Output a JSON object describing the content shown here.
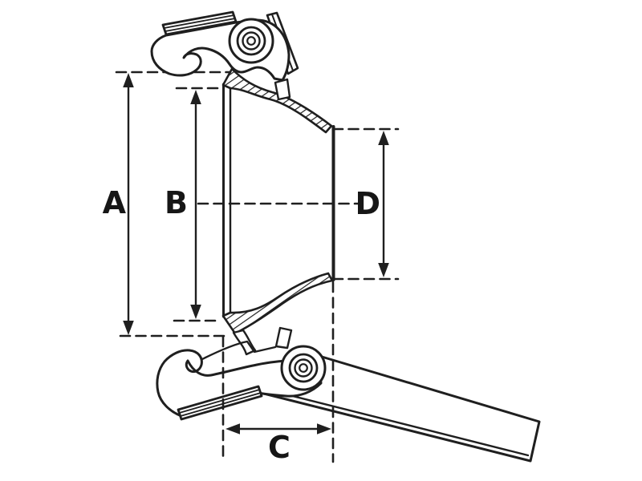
{
  "meta": {
    "type": "technical-line-drawing",
    "background_color": "#ffffff",
    "line_color": "#1f1f1f",
    "label_color": "#161616"
  },
  "dimensions": {
    "a": {
      "label": "A",
      "orientation": "vertical"
    },
    "b": {
      "label": "B",
      "orientation": "vertical"
    },
    "c": {
      "label": "C",
      "orientation": "horizontal"
    },
    "d": {
      "label": "D",
      "orientation": "vertical"
    }
  }
}
